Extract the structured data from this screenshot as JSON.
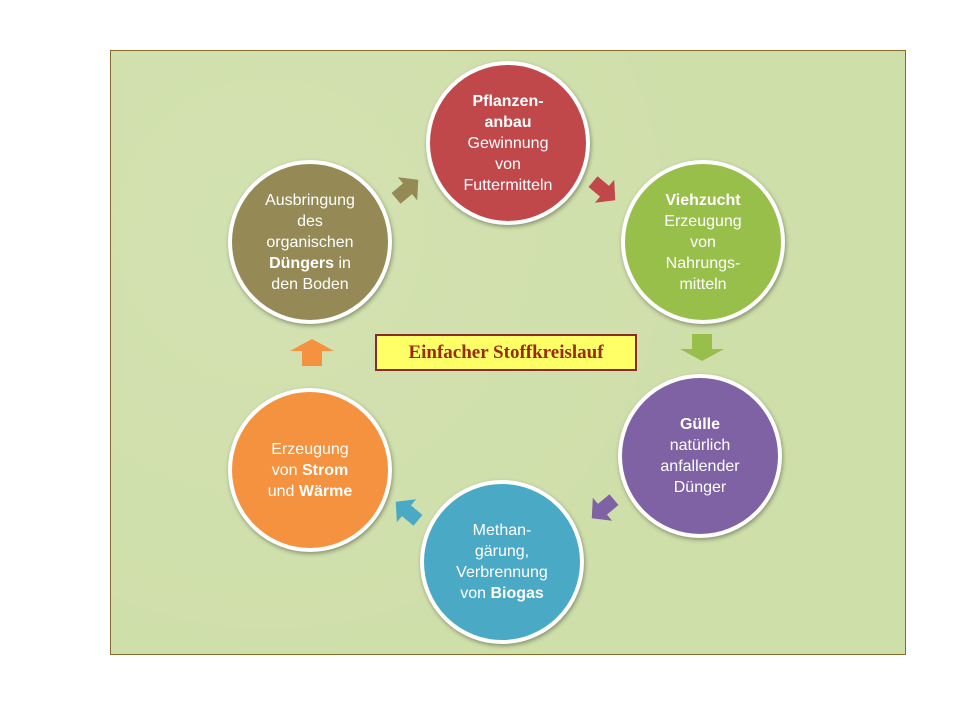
{
  "title": "Einfacher Stoffkreislauf",
  "nodes": {
    "pflanzenanbau": {
      "l1": "Pflanzen-",
      "l2": "anbau",
      "l3": "Gewinnung",
      "l4": "von",
      "l5": "Futtermitteln"
    },
    "viehzucht": {
      "l1": "Viehzucht",
      "l2": "Erzeugung",
      "l3": "von",
      "l4": "Nahrungs-",
      "l5": "mitteln"
    },
    "guelle": {
      "l1": "Gülle",
      "l2": "natürlich",
      "l3": "anfallender",
      "l4": "Dünger"
    },
    "biogas": {
      "l1": "Methan-",
      "l2": "gärung,",
      "l3": "Verbrennung",
      "l4a": "von ",
      "l4b": "Biogas"
    },
    "strom": {
      "l1": "Erzeugung",
      "l2a": "von ",
      "l2b": "Strom",
      "l3a": "und ",
      "l3b": "Wärme"
    },
    "duenger": {
      "l1": "Ausbringung",
      "l2": "des",
      "l3": "organischen",
      "l4a": "Düngers",
      "l4b": " in",
      "l5": "den Boden"
    }
  },
  "colors": {
    "panel": "#cfdfaa",
    "pflanzenanbau": "#c0474a",
    "viehzucht": "#98bf4a",
    "guelle": "#7f62a4",
    "biogas": "#4aaac6",
    "strom": "#f5923f",
    "duenger": "#958a55",
    "title_box": "#ffff66"
  }
}
